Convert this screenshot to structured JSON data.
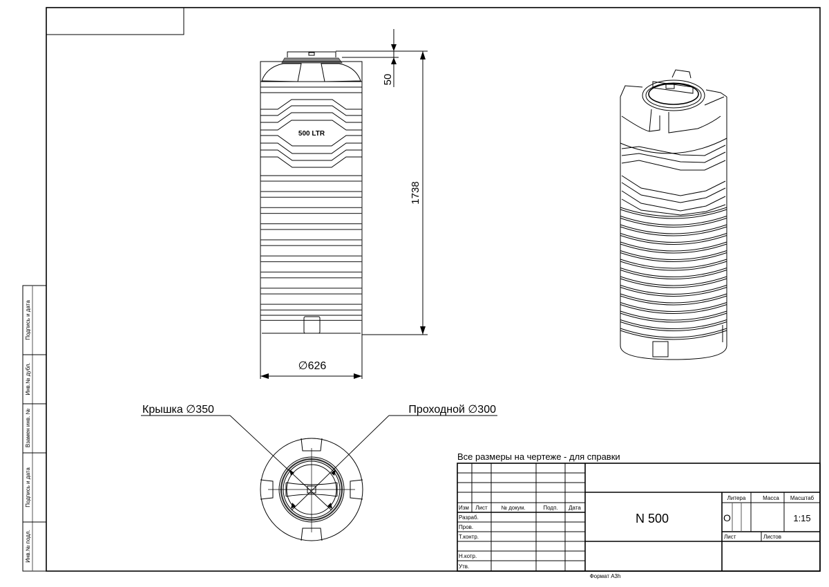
{
  "drawing": {
    "product_label": "500 LTR",
    "dimensions": {
      "lid_height": "50",
      "total_height": "1738",
      "diameter": "∅626"
    },
    "callouts": {
      "lid": "Крышка ∅350",
      "manhole": "Проходной ∅300"
    },
    "note": "Все размеры на чертеже - для справки"
  },
  "side_stamp": {
    "cells": [
      "Подпись и дата",
      "Инв.№ дубл.",
      "Взамен инв. №",
      "Подпись и дата",
      "Инв.№ подл."
    ]
  },
  "title_block": {
    "header_cols": [
      "Изм",
      "Лист",
      "№ докум.",
      "Подп.",
      "Дата"
    ],
    "row_labels": [
      "Разраб.",
      "Пров.",
      "Т.контр.",
      "",
      "Н.котр.",
      "Утв."
    ],
    "designation": "N 500",
    "litera_label": "Литера",
    "mass_label": "Масса",
    "scale_label": "Масштаб",
    "litera_value": "О",
    "scale_value": "1:15",
    "sheet_label": "Лист",
    "sheets_label": "Листов",
    "format": "Формат A3h"
  }
}
